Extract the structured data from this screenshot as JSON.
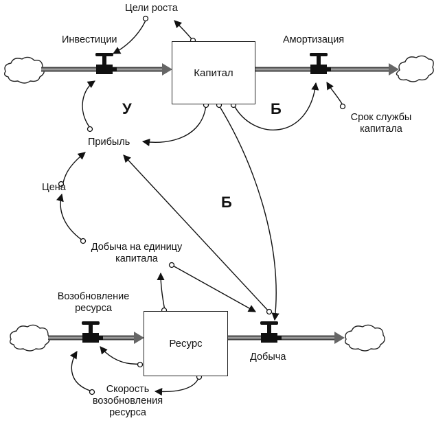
{
  "stocks": {
    "capital": "Капитал",
    "resource": "Ресурс"
  },
  "flows": {
    "investment": "Инвестиции",
    "depreciation": "Амортизация",
    "regeneration": [
      "Возобновление",
      "ресурса"
    ],
    "extraction": "Добыча"
  },
  "variables": {
    "growth_goals": "Цели роста",
    "capital_lifetime": [
      "Срок службы",
      "капитала"
    ],
    "profit": "Прибыль",
    "price": "Цена",
    "extraction_per_capital": [
      "Добыча на единицу",
      "капитала"
    ],
    "regeneration_rate": [
      "Скорость",
      "возобновления",
      "ресурса"
    ]
  },
  "loops": {
    "capital_reinforcing": "У",
    "depreciation_balancing": "Б",
    "extraction_balancing": "Б"
  }
}
